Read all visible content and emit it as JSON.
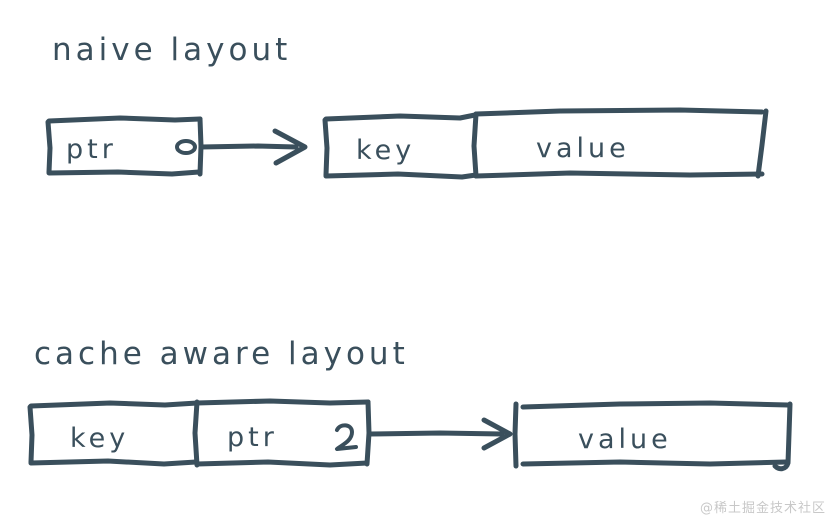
{
  "diagram": {
    "ink_color": "#3a4f5c",
    "background_color": "#ffffff",
    "sections": [
      {
        "title": "naive layout",
        "rows": [
          {
            "name": "pointer-record",
            "cells": [
              {
                "label": "ptr",
                "marker": "pointer-dot"
              }
            ]
          },
          {
            "name": "heap-record",
            "cells": [
              {
                "label": "key",
                "marker": "none"
              },
              {
                "label": "value",
                "marker": "none"
              }
            ]
          }
        ],
        "arrow": {
          "from": "ptr",
          "to": "key",
          "style": "solid-arrow-right"
        }
      },
      {
        "title": "cache aware layout",
        "rows": [
          {
            "name": "inline-record",
            "cells": [
              {
                "label": "key",
                "marker": "none"
              },
              {
                "label": "ptr",
                "marker": "pointer-curl"
              }
            ]
          },
          {
            "name": "value-record",
            "cells": [
              {
                "label": "value",
                "marker": "none"
              }
            ]
          }
        ],
        "arrow": {
          "from": "ptr",
          "to": "value",
          "style": "solid-arrow-right"
        }
      }
    ]
  },
  "watermark": {
    "text": "@稀土掘金技术社区"
  }
}
